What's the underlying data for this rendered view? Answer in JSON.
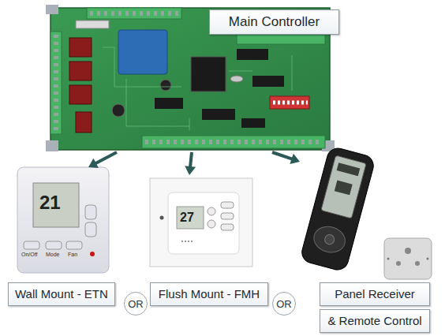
{
  "diagram": {
    "nodes": [
      {
        "text": [
          "Main Controller"
        ]
      },
      {
        "text": [
          "Wall Mount - ETN"
        ]
      },
      {
        "text": [
          "OR"
        ]
      },
      {
        "text": [
          "Flush Mount - FMH"
        ]
      },
      {
        "text": [
          "OR"
        ]
      },
      {
        "text": [
          "Panel Receiver",
          "& Remote Control"
        ]
      }
    ],
    "edges": [
      {
        "from": 0,
        "to": 1,
        "arrow": "to"
      },
      {
        "from": 0,
        "to": 3,
        "arrow": "to"
      },
      {
        "from": 0,
        "to": 5,
        "arrow": "to"
      }
    ],
    "labels": [
      "21",
      "On/Off",
      "Mode",
      "Fan",
      "27"
    ]
  }
}
